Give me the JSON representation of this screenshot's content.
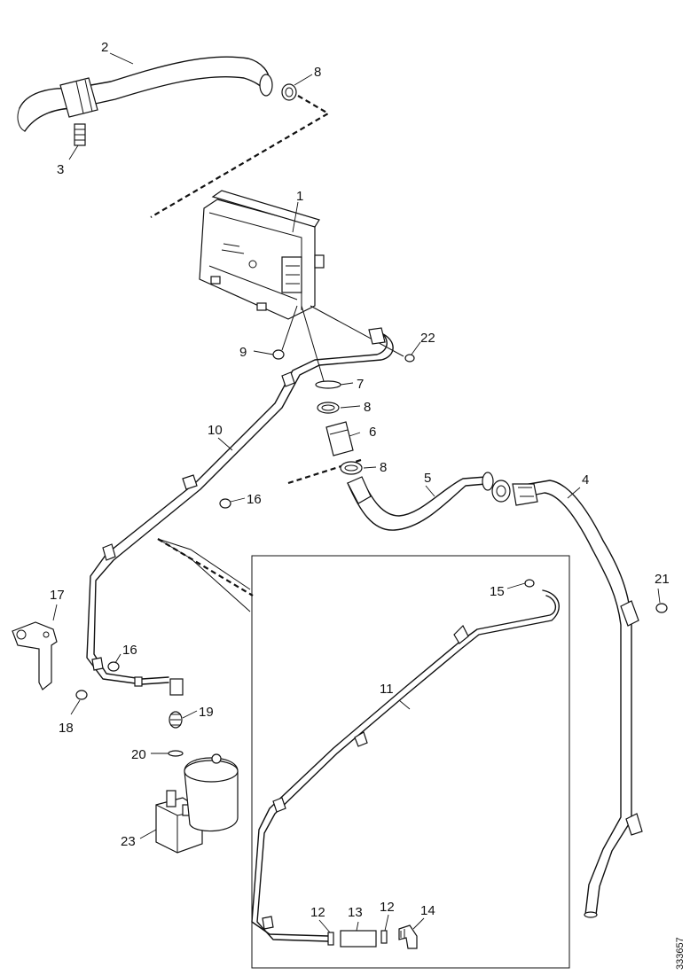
{
  "diagram": {
    "document_number": "333657",
    "callouts": {
      "p1": "1",
      "p2": "2",
      "p3": "3",
      "p4": "4",
      "p5": "5",
      "p6": "6",
      "p7": "7",
      "p8a": "8",
      "p8b": "8",
      "p8c": "8",
      "p9": "9",
      "p10": "10",
      "p11": "11",
      "p12a": "12",
      "p12b": "12",
      "p13": "13",
      "p14": "14",
      "p15": "15",
      "p16a": "16",
      "p16b": "16",
      "p17": "17",
      "p18": "18",
      "p19": "19",
      "p20": "20",
      "p21": "21",
      "p22": "22",
      "p23": "23"
    }
  }
}
